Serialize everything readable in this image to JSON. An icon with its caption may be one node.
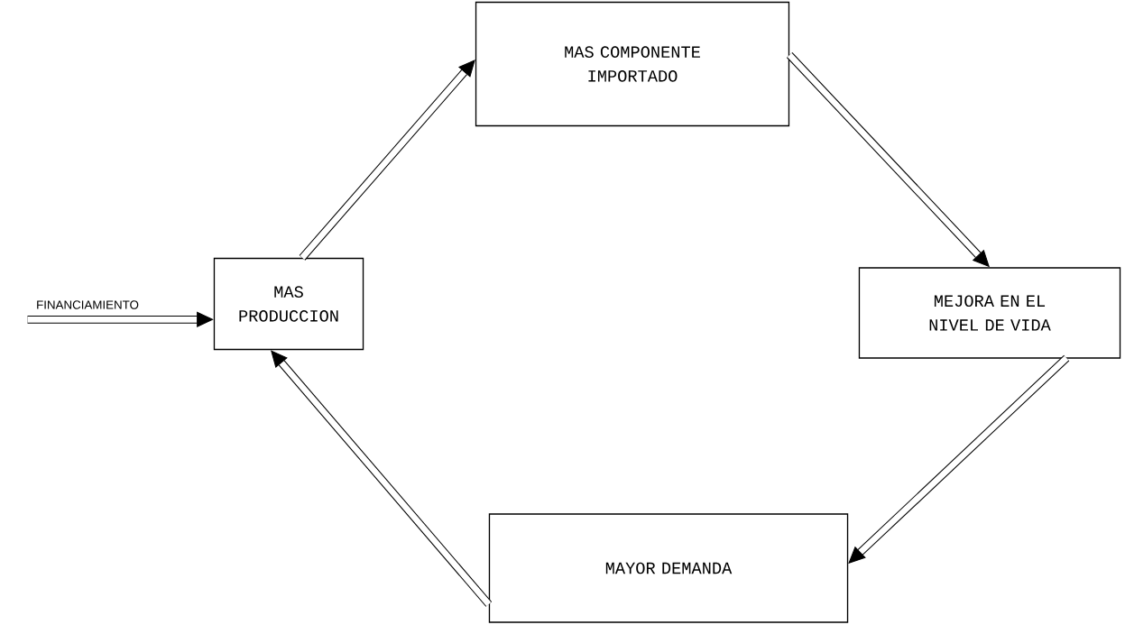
{
  "diagram": {
    "nodes": [
      {
        "text": [
          "MAS PRODUCCION"
        ]
      },
      {
        "text": [
          "MAS COMPONENTE IMPORTADO"
        ]
      },
      {
        "text": [
          "MEJORA EN EL NIVEL DE VIDA"
        ]
      },
      {
        "text": [
          "MAYOR DEMANDA"
        ]
      },
      {
        "text": [
          "FINANCIAMIENTO"
        ]
      }
    ],
    "edges": [
      {
        "from": 4,
        "to": 0,
        "arrow": "to"
      },
      {
        "from": 0,
        "to": 1,
        "arrow": "to"
      },
      {
        "from": 1,
        "to": 2,
        "arrow": "to"
      },
      {
        "from": 2,
        "to": 3,
        "arrow": "to"
      },
      {
        "from": 3,
        "to": 0,
        "arrow": "to"
      }
    ]
  }
}
